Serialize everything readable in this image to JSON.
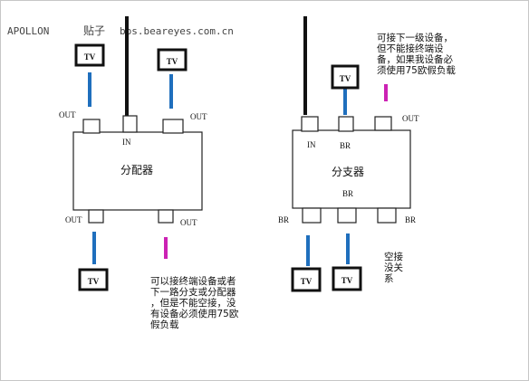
{
  "watermark": {
    "brand": "APOLLON",
    "label": "贴子",
    "site": "bbs.beareyes.com.cn"
  },
  "splitter": {
    "title": "分配器",
    "in": "IN",
    "out_top_left": "OUT",
    "out_top_right": "OUT",
    "out_bottom_left": "OUT",
    "out_bottom_right": "OUT"
  },
  "tap": {
    "title": "分支器",
    "in": "IN",
    "br_top": "BR",
    "out": "OUT",
    "br_left": "BR",
    "br_middle": "BR",
    "br_right": "BR"
  },
  "tv": {
    "label": "TV"
  },
  "notes": {
    "splitter_note": [
      "可以接终端设备或者",
      "下一路分支或分配器",
      "，但是不能空接，没",
      "有设备必须使用75欧",
      "假负载"
    ],
    "tap_note": [
      "可接下一级设备，",
      "但不能接终端设",
      "备，如果我设备必",
      "须使用75欧假负载"
    ],
    "empty_note": [
      "空接",
      "没关",
      "系"
    ]
  },
  "colors": {
    "cable_blue": "#1f6fbd",
    "cable_pink": "#cc22b4",
    "cable_black": "#111111",
    "frame": "#7a7a7a"
  }
}
